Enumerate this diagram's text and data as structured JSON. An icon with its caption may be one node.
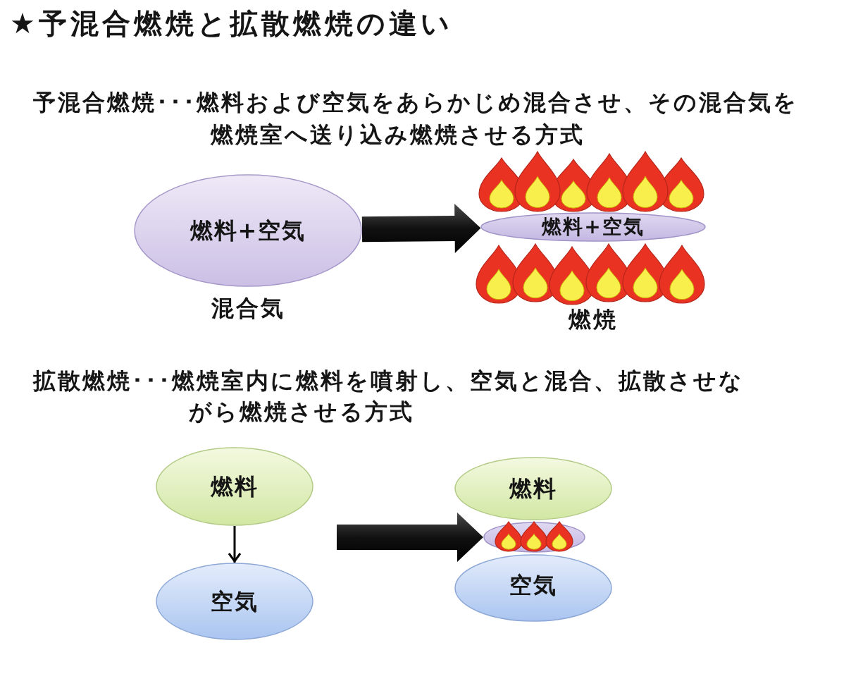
{
  "diagram": {
    "title": "★予混合燃焼と拡散燃焼の違い",
    "nodes": [
      {
        "text": [
          "燃料+空気"
        ],
        "beside": [
          "混合気"
        ]
      },
      {
        "text": [
          "燃料+空気"
        ],
        "beside": [
          "燃焼"
        ]
      },
      {
        "text": [
          "燃料"
        ]
      },
      {
        "text": [
          "空気"
        ]
      },
      {
        "text": [
          "燃料"
        ]
      },
      {
        "text": [
          "空気"
        ]
      },
      {
        "text": [],
        "shape": "ellipse"
      }
    ],
    "edges": [
      {
        "from": 0,
        "to": 1,
        "arrow": "to",
        "style": "thick"
      },
      {
        "from": 2,
        "to": 3,
        "arrow": "to"
      },
      {
        "from": null,
        "to": 6,
        "arrow": "to",
        "style": "thick"
      }
    ],
    "labels": [
      "予混合燃焼･･･燃料および空気をあらかじめ混合させ、その混合気を燃焼室へ送り込み燃焼させる方式",
      "拡散燃焼･･･燃焼室内に燃料を噴射し、空気と混合、拡散させながら燃焼させる方式"
    ]
  }
}
